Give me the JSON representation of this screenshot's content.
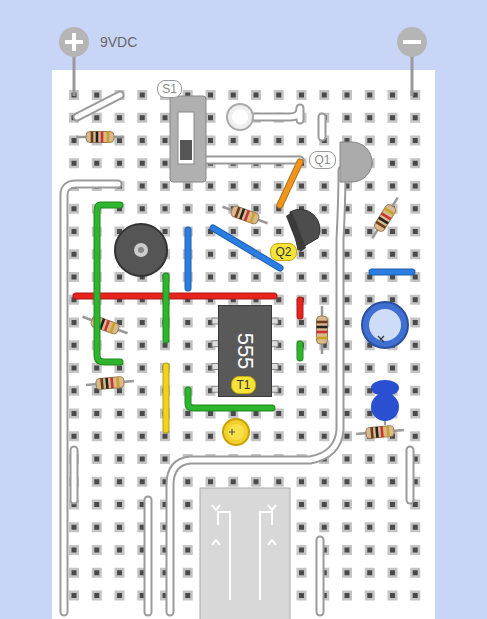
{
  "diagram": {
    "nodes": [
      {
        "text": [
          "S1"
        ]
      },
      {
        "text": [
          "Q1"
        ]
      },
      {
        "text": [
          "Q2"
        ]
      },
      {
        "text": [
          "555"
        ]
      },
      {
        "text": [
          "T1"
        ]
      }
    ],
    "edges": [],
    "labels": [
      "9VDC"
    ]
  }
}
